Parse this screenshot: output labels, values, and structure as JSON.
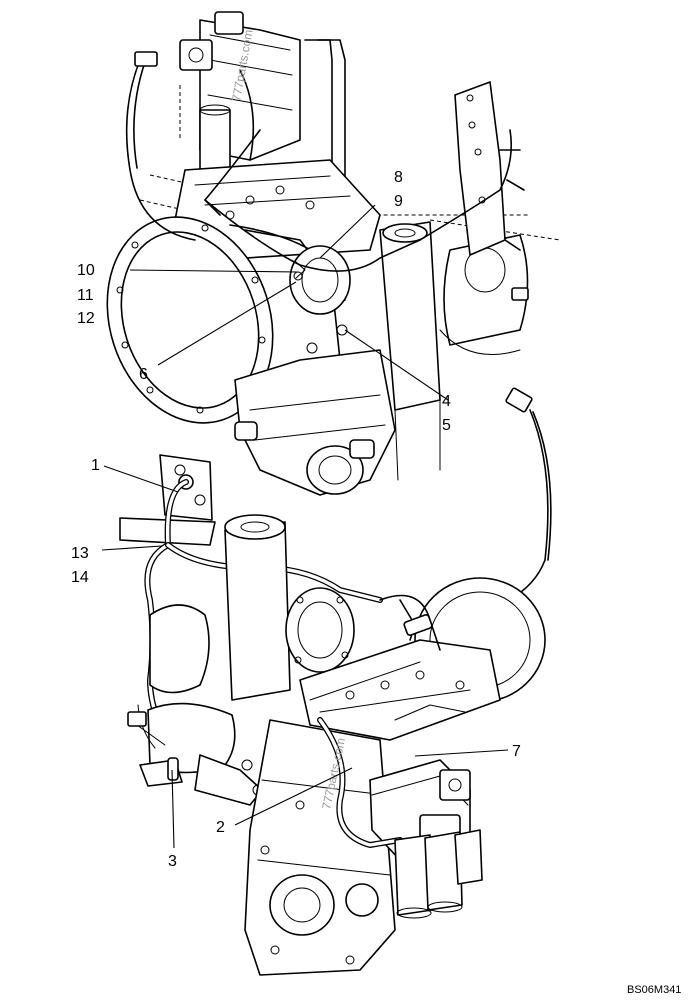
{
  "callouts": {
    "c1": "1",
    "c2": "2",
    "c3": "3",
    "c4": "4",
    "c5": "5",
    "c6": "6",
    "c7": "7",
    "c8": "8",
    "c9": "9",
    "c10": "10",
    "c11": "11",
    "c12": "12",
    "c13": "13",
    "c14": "14"
  },
  "drawing_code": "BS06M341",
  "watermark": "777parts.com"
}
